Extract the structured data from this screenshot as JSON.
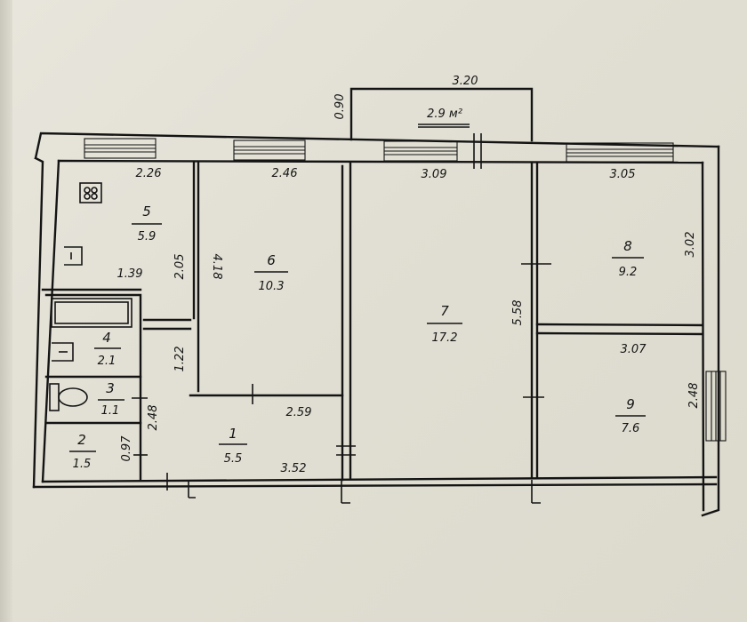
{
  "balcony": {
    "width": "3.20",
    "depth": "0.90",
    "area": "2.9 м²"
  },
  "rooms": [
    {
      "num": "1",
      "area": "5.5"
    },
    {
      "num": "2",
      "area": "1.5"
    },
    {
      "num": "3",
      "area": "1.1"
    },
    {
      "num": "4",
      "area": "2.1"
    },
    {
      "num": "5",
      "area": "5.9"
    },
    {
      "num": "6",
      "area": "10.3"
    },
    {
      "num": "7",
      "area": "17.2"
    },
    {
      "num": "8",
      "area": "9.2"
    },
    {
      "num": "9",
      "area": "7.6"
    }
  ],
  "dimensions": {
    "kitchen_width": "2.26",
    "room6_width": "2.46",
    "room7_width": "3.09",
    "room8_width": "3.05",
    "room8_depth": "3.02",
    "room9_width": "3.07",
    "room9_depth": "2.48",
    "room7_depth": "5.58",
    "room6_depth": "4.18",
    "kitchen_depth": "2.05",
    "kitchen_partition": "1.39",
    "hall_narrow": "1.22",
    "hall_depth": "2.48",
    "corridor_width": "2.59",
    "hall_width": "3.52",
    "wc_width": "0.97"
  }
}
